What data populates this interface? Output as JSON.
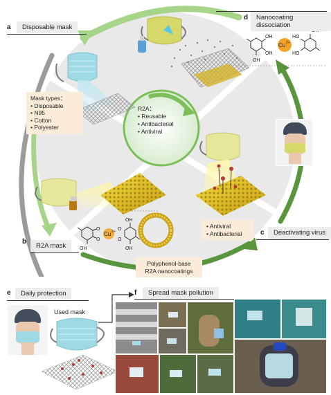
{
  "panels": {
    "a": {
      "letter": "a",
      "label": "Disposable mask"
    },
    "b": {
      "letter": "b",
      "label": "R2A mask"
    },
    "c": {
      "letter": "c",
      "label": "Deactivating virus"
    },
    "d": {
      "letter": "d",
      "label": "Nanocoating dissociation"
    },
    "e": {
      "letter": "e",
      "label": "Daily protection"
    },
    "f": {
      "letter": "f",
      "label": "Spread mask pollution"
    }
  },
  "mask_types": {
    "title": "Mask types：",
    "items": [
      "• Disposable",
      "• N95",
      "• Cotton",
      "• Polyester"
    ]
  },
  "r2a": {
    "title": "R2A：",
    "items": [
      "•  Reusable",
      "•  Antibacterial",
      "•  Antiviral"
    ]
  },
  "virus_box": {
    "items": [
      "•  Antiviral",
      "•  Antibacterial"
    ]
  },
  "polyphenol_caption": {
    "line1": "Polyphenol-base",
    "line2": "R2A nanocoatings"
  },
  "used_mask_label": "Used mask",
  "chem": {
    "oh": "OH",
    "ho": "HO",
    "o": "O",
    "cu": "Cu",
    "cu_charge": "2+"
  },
  "colors": {
    "arrow_green": "#7cbf5a",
    "arrow_dark": "#4f8f36",
    "coating_yellow": "#e3c225",
    "mask_blue": "#9fd9e3",
    "mask_yellow": "#e6e79a",
    "tag_gray": "#ececec",
    "box_peach": "#fbecd9",
    "cu_orange": "#f3a326"
  }
}
